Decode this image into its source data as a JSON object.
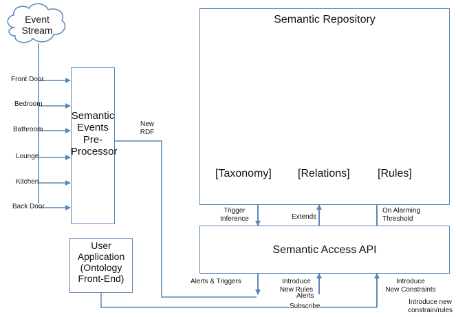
{
  "cloud_label": "Event\nStream",
  "inputs": [
    "Front Door",
    "Bedroom",
    "Bathroom",
    "Lounge",
    "Kitchen",
    "Back Door"
  ],
  "preprocessor_label": "Semantic\nEvents\nPre-\nProcessor",
  "new_rdf": "New\nRDF",
  "repository_title": "Semantic Repository",
  "taxonomy": "[Taxonomy]",
  "relations": "[Relations]",
  "rules": "[Rules]",
  "trigger_inference": "Trigger\nInference",
  "extends": "Extends",
  "on_alarming": "On Alarming\nThreshold",
  "api_label": "Semantic Access API",
  "user_app": "User\nApplication\n(Ontology\nFront-End)",
  "alerts_triggers": "Alerts & Triggers",
  "introduce_new_rules": "Introduce\nNew Rules",
  "introduce_new_constraints": "Introduce\nNew Constraints",
  "alerts": "Alerts",
  "subscribe": "Subscribe",
  "introduce_new_constrain": "Introduce new\nconstrain/rules",
  "colors": {
    "line": "#5b86b8",
    "graph": "#e8351f",
    "node": "#8a1b0f"
  }
}
